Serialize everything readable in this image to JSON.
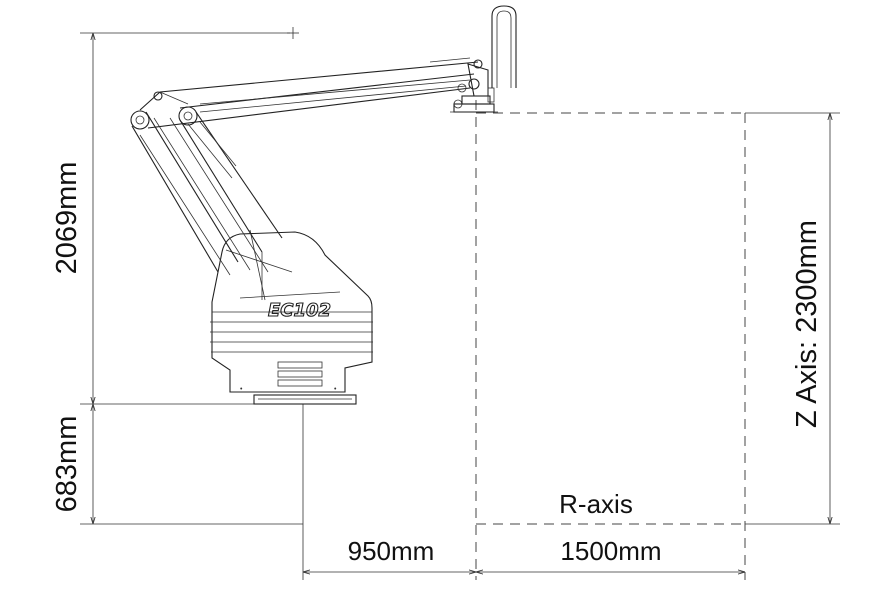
{
  "drawing": {
    "model_label": "EC102",
    "dimensions": {
      "arm_height": "2069mm",
      "base_height": "683mm",
      "min_reach": "950mm",
      "stroke": "1500mm",
      "z_axis": "Z Axis: 2300mm",
      "r_axis": "R-axis"
    }
  }
}
